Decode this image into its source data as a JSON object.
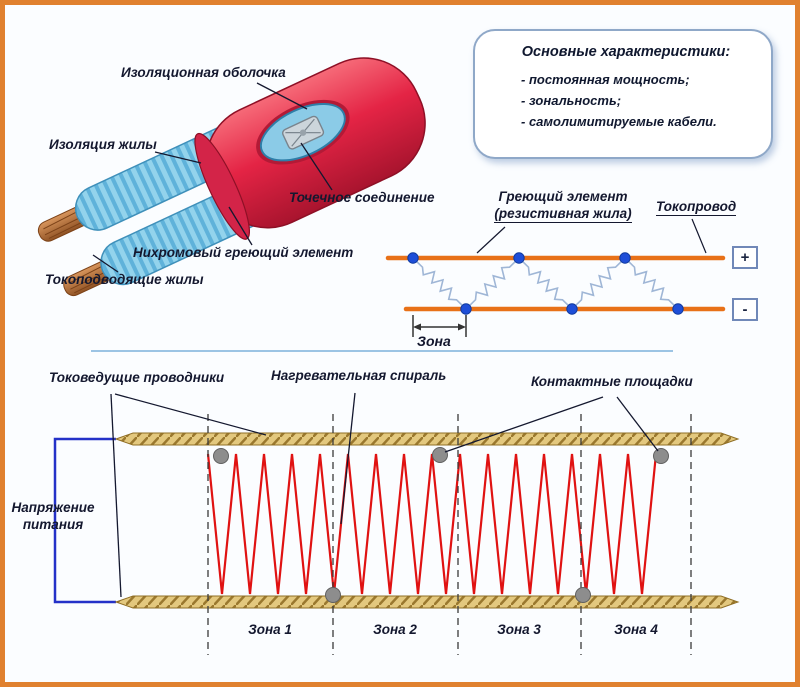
{
  "colors": {
    "frame_orange": "#e0812f",
    "cable_red": "#e42445",
    "core_blue": "#8ed0ea",
    "copper_brown": "#b06a35",
    "bus_orange": "#e87118",
    "node_blue": "#1e4ed8",
    "spiral_red": "#e01212",
    "conductor_gold": "#e3c87e",
    "supply_blue": "#2431c8",
    "pad_gray": "#8d8d8d",
    "text_dark": "#14182f",
    "box_border_blue": "#8fa8c8"
  },
  "cable": {
    "sheath_label": "Изоляционная оболочка",
    "core_insulation_label": "Изоляция жилы",
    "point_connection_label": "Точечное соединение",
    "heating_element_label": "Нихромовый греющий элемент",
    "lead_cores_label": "Токоподводящие жилы"
  },
  "characteristics": {
    "title": "Основные характеристики:",
    "items": [
      "- постоянная мощность;",
      "- зональность;",
      "- самолимитируемые кабели."
    ]
  },
  "zone_schematic": {
    "heating_element_line1": "Греющий элемент",
    "heating_element_line2": "(резистивная жила)",
    "conductor_label": "Токопровод",
    "plus_label": "+",
    "minus_label": "-",
    "zone_label": "Зона"
  },
  "bottom_schematic": {
    "conductors_label": "Токоведущие проводники",
    "spiral_label": "Нагревательная спираль",
    "pads_label": "Контактные площадки",
    "voltage_line1": "Напряжение",
    "voltage_line2": "питания",
    "zones": [
      "Зона 1",
      "Зона 2",
      "Зона 3",
      "Зона 4"
    ]
  }
}
